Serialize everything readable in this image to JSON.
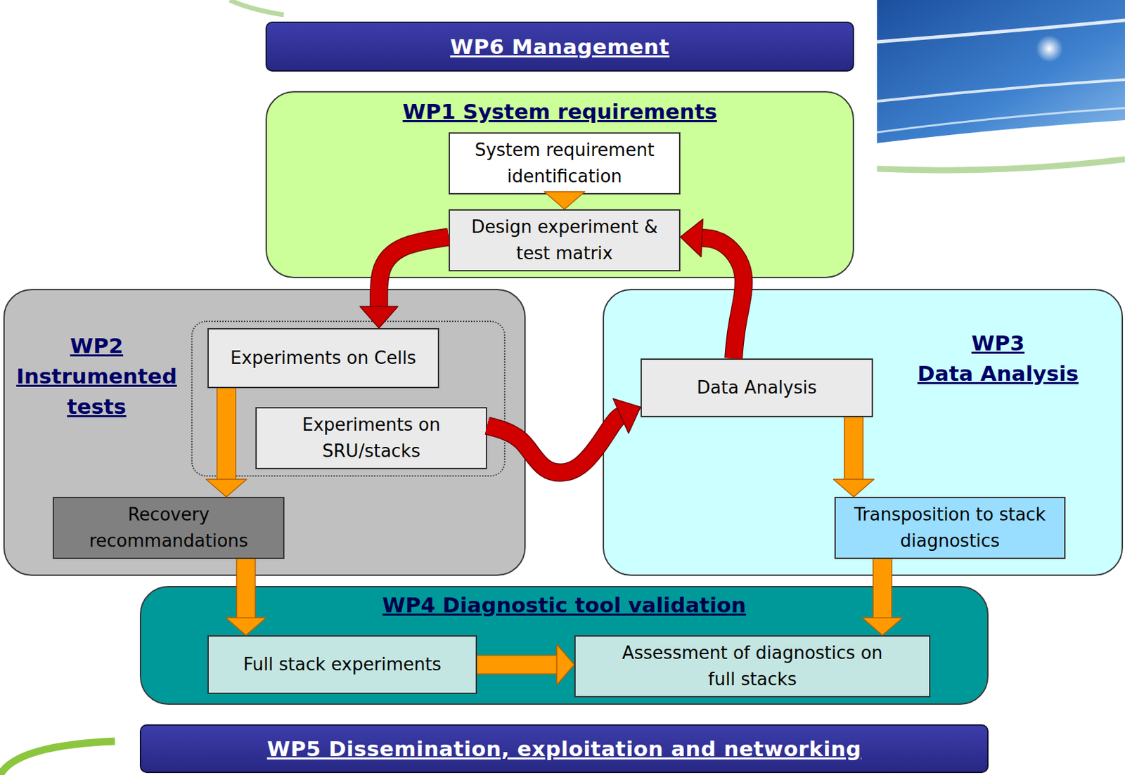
{
  "diagram": {
    "nodes": [
      {
        "text": [
          "WP6 Management"
        ]
      },
      {
        "text": [
          "WP1 System requirements"
        ]
      },
      {
        "text": [
          "System requirement identification"
        ],
        "in": 1
      },
      {
        "text": [
          "Design experiment & test matrix"
        ],
        "in": 1
      },
      {
        "text": [
          "WP2 Instrumented tests"
        ]
      },
      {
        "text": [
          "Experiments on Cells"
        ],
        "in": 4
      },
      {
        "text": [
          "Experiments on SRU/stacks"
        ],
        "in": 4
      },
      {
        "text": [
          "Recovery recommandations"
        ],
        "in": 4
      },
      {
        "text": [
          "WP3 Data Analysis"
        ]
      },
      {
        "text": [
          "Data Analysis"
        ],
        "in": 8
      },
      {
        "text": [
          "Transposition to stack diagnostics"
        ],
        "in": 8
      },
      {
        "text": [
          "WP4 Diagnostic tool validation"
        ]
      },
      {
        "text": [
          "Full stack experiments"
        ],
        "in": 11
      },
      {
        "text": [
          "Assessment of diagnostics on full stacks"
        ],
        "in": 11
      },
      {
        "text": [
          "WP5 Dissemination, exploitation and networking"
        ]
      }
    ],
    "edges": [
      {
        "from": 2,
        "to": 3,
        "arrow": "to"
      },
      {
        "from": 3,
        "to": 5,
        "arrow": "to"
      },
      {
        "from": 6,
        "to": 9,
        "arrow": "to"
      },
      {
        "from": 9,
        "to": 3,
        "arrow": "to"
      },
      {
        "from": 5,
        "to": 7,
        "arrow": "to"
      },
      {
        "from": 9,
        "to": 10,
        "arrow": "to"
      },
      {
        "from": 7,
        "to": 12,
        "arrow": "to"
      },
      {
        "from": 10,
        "to": 13,
        "arrow": "to"
      },
      {
        "from": 12,
        "to": 13,
        "arrow": "to"
      }
    ]
  }
}
